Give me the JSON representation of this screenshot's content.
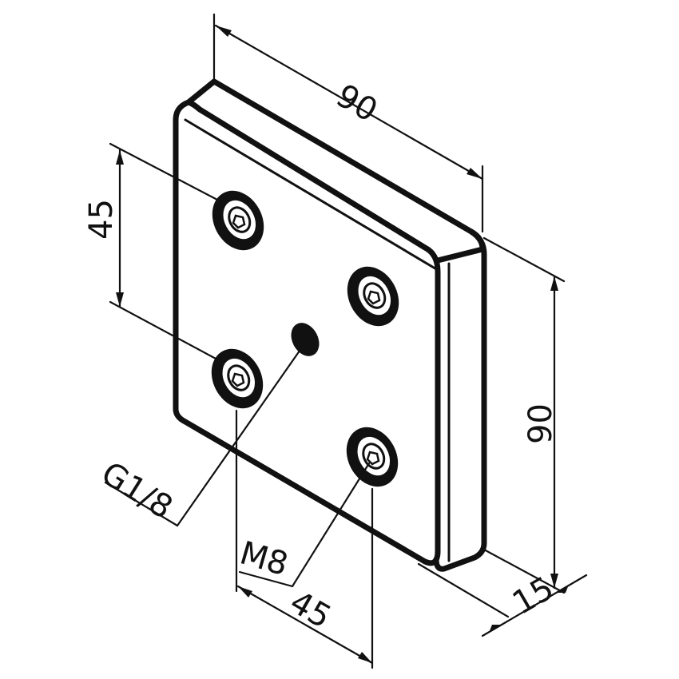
{
  "labels": {
    "width": "90",
    "height": "90",
    "thickness": "15",
    "hole_spacing_vertical": "45",
    "hole_spacing_horizontal": "45",
    "port_thread": "G1/8",
    "screw_thread": "M8"
  },
  "colors": {
    "ink": "#111111",
    "paper": "#ffffff"
  },
  "icons": [
    "hex-socket-screw-icon",
    "threaded-port-hole-icon"
  ]
}
